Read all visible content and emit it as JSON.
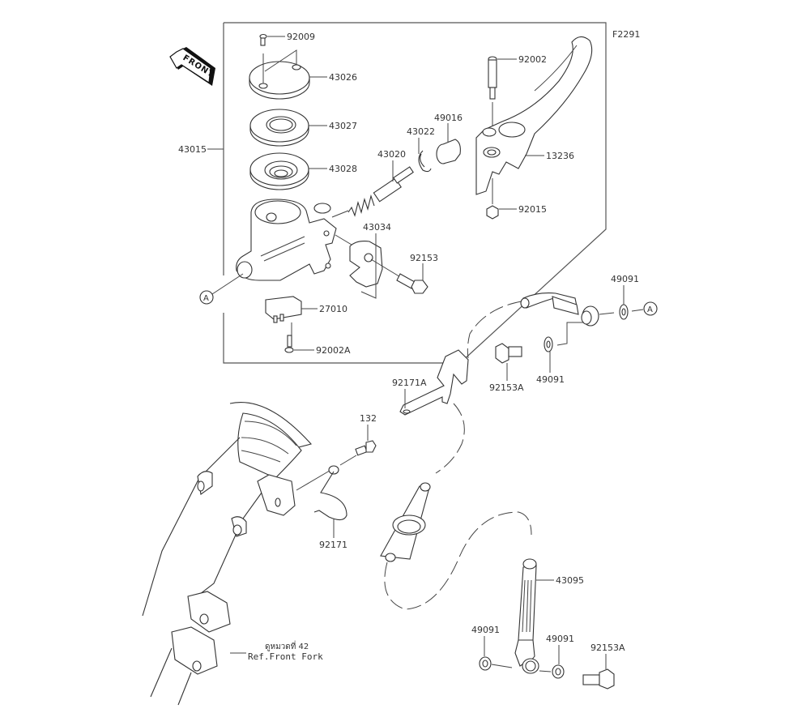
{
  "diagram": {
    "figure_code": "F2291",
    "front_arrow": "FRONT",
    "reference": {
      "thai_note": "ดูหมวดที่ 42",
      "text": "Ref.Front Fork"
    },
    "connector_marker": "A",
    "parts": {
      "p92009": "92009",
      "p43026": "43026",
      "p43027": "43027",
      "p43028": "43028",
      "p43015": "43015",
      "p43020": "43020",
      "p43022": "43022",
      "p49016": "49016",
      "p92002": "92002",
      "p13236": "13236",
      "p92015": "92015",
      "p43034": "43034",
      "p92153": "92153",
      "p27010": "27010",
      "p92002A": "92002A",
      "p49091_top": "49091",
      "p49091_mid": "49091",
      "p92153A_mid": "92153A",
      "p92171A": "92171A",
      "p132": "132",
      "p92171": "92171",
      "p43095": "43095",
      "p49091_bl": "49091",
      "p49091_br": "49091",
      "p92153A_bot": "92153A"
    }
  }
}
